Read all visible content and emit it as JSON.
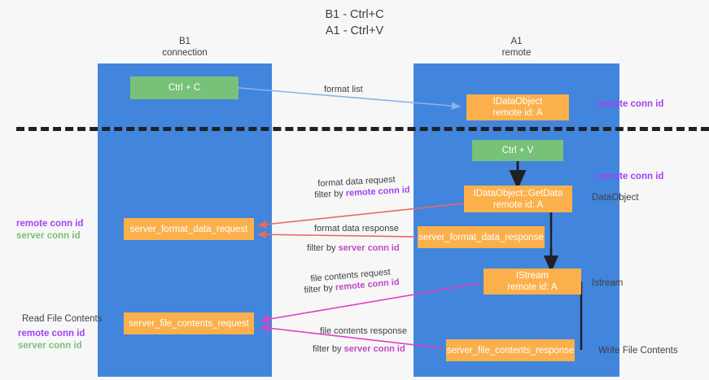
{
  "title": {
    "line1": "B1 - Ctrl+C",
    "line2": "A1 - Ctrl+V"
  },
  "columns": {
    "left": {
      "name": "B1",
      "role": "connection"
    },
    "right": {
      "name": "A1",
      "role": "remote"
    }
  },
  "colors": {
    "lane": "#4285dd",
    "node_green": "#77c178",
    "node_orange": "#fbb04b",
    "remote_conn_id": "#a142f4",
    "server_conn_id": "#77c178",
    "arrow_format_list": "#8ab4e8",
    "arrow_format_data": "#ea6a5f",
    "arrow_file_contents": "#e040c0",
    "arrow_internal": "#202124",
    "divider": "#202124",
    "text": "#3c4043",
    "background": "#f7f7f7"
  },
  "nodes": {
    "ctrl_c": {
      "label": "Ctrl + C",
      "style": "green"
    },
    "idataobject": {
      "label": "IDataObject",
      "sublabel": "remote id: A",
      "style": "orange"
    },
    "ctrl_v": {
      "label": "Ctrl + V",
      "style": "green"
    },
    "getdata": {
      "label": "IDataObject::GetData",
      "sublabel": "remote id: A",
      "style": "orange"
    },
    "server_format_data_request": {
      "label": "server_format_data_request",
      "style": "orange"
    },
    "server_format_data_response": {
      "label": "server_format_data_response",
      "style": "orange"
    },
    "istream": {
      "label": "IStream",
      "sublabel": "remote id: A",
      "style": "orange"
    },
    "server_file_contents_request": {
      "label": "server_file_contents_request",
      "style": "orange"
    },
    "server_file_contents_response": {
      "label": "server_file_contents_response",
      "style": "orange"
    }
  },
  "edges": {
    "format_list": "format list",
    "format_data_request": "format data request",
    "format_data_request_filter_prefix": "filter by ",
    "format_data_request_filter_key": "remote conn id",
    "format_data_response": "format data response",
    "format_data_response_filter_prefix": "filter by ",
    "format_data_response_filter_key": "server conn id",
    "file_contents_request": "file contents request",
    "file_contents_request_filter_prefix": "filter by ",
    "file_contents_request_filter_key": "remote conn id",
    "file_contents_response": "file contents response",
    "file_contents_response_filter_prefix": "filter by ",
    "file_contents_response_filter_key": "server conn id"
  },
  "annotations": {
    "right_remote_conn_id_top": "remote conn id",
    "right_remote_conn_id_mid": "remote conn id",
    "right_dataobject": "DataObject",
    "right_istream": "Istream",
    "right_write_file_contents": "Write File Contents",
    "left_remote_conn_id": "remote conn id",
    "left_server_conn_id": "server conn id",
    "left_read_file_contents": "Read File Contents",
    "left_remote_conn_id_2": "remote conn id",
    "left_server_conn_id_2": "server conn id"
  }
}
